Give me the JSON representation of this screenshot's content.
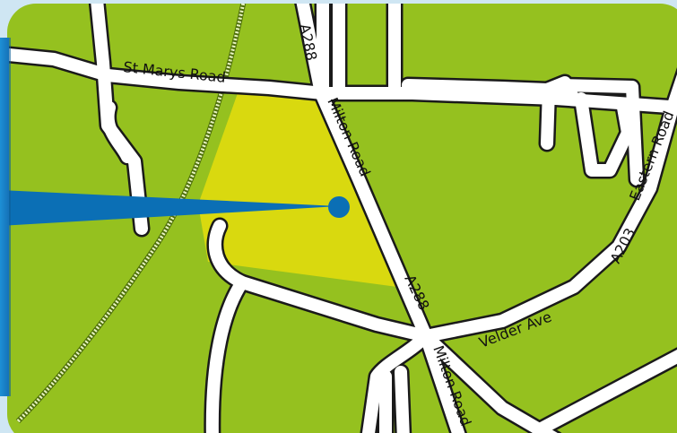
{
  "map": {
    "roads": {
      "st_marys": "St Marys Road",
      "milton_upper": "Milton Road",
      "milton_lower": "Milton Road",
      "velder": "Velder Ave",
      "eastern": "Eastern Road",
      "a288_top": "A288",
      "a288_mid": "A288",
      "a203": "A203"
    },
    "colors": {
      "frame": "#cfe6f3",
      "grass": "#95c11f",
      "site": "#d9d90f",
      "road": "#ffffff",
      "road_edge": "#1a1a1a",
      "railway": "#dff0b0",
      "pointer": "#0b6fb5",
      "panel": "#1b87cf"
    },
    "marker": {
      "icon": "location-dot-icon"
    }
  }
}
